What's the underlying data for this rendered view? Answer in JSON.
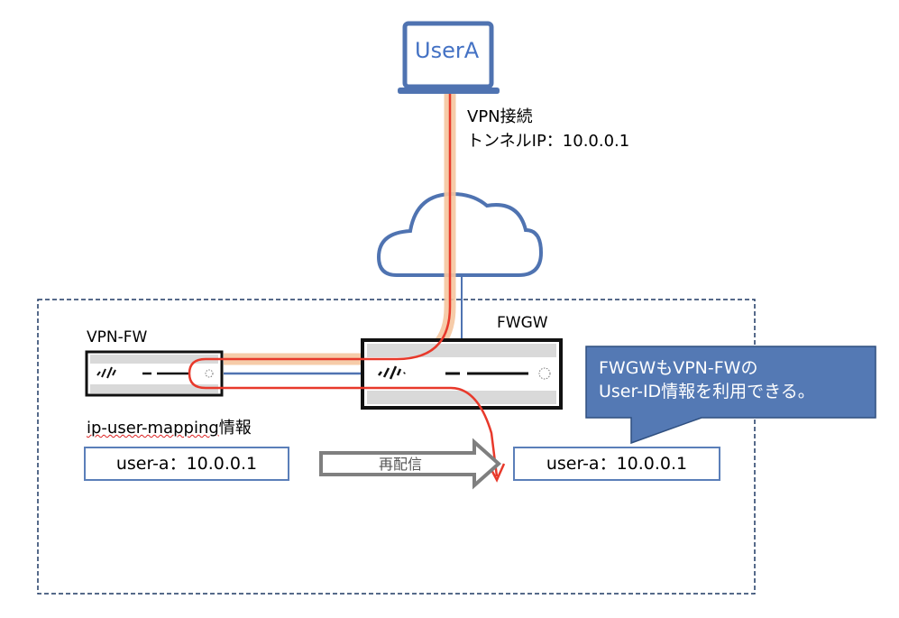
{
  "diagram": {
    "user": {
      "label": "UserA"
    },
    "vpn_connection": {
      "line1": "VPN接続",
      "line2": "トンネルIP：10.0.0.1"
    },
    "devices": {
      "vpn_fw": {
        "label": "VPN-FW"
      },
      "fwgw": {
        "label": "FWGW"
      }
    },
    "mapping": {
      "title_prefix": "ip-user-mapping",
      "title_suffix": "情報",
      "source_entry": "user-a：10.0.0.1",
      "dest_entry": "user-a：10.0.0.1"
    },
    "redistribute_arrow": {
      "label": "再配信"
    },
    "callout": {
      "line1": "FWGWもVPN-FWの",
      "line2": "User-ID情報を利用できる。"
    },
    "colors": {
      "accent_blue": "#4f73b1",
      "callout_fill": "#5479b4",
      "tunnel_red": "#e8392b",
      "tunnel_glow": "#f5c6a0",
      "arrow_gray": "#7f7f7f",
      "zone_border": "#1f3864"
    }
  }
}
